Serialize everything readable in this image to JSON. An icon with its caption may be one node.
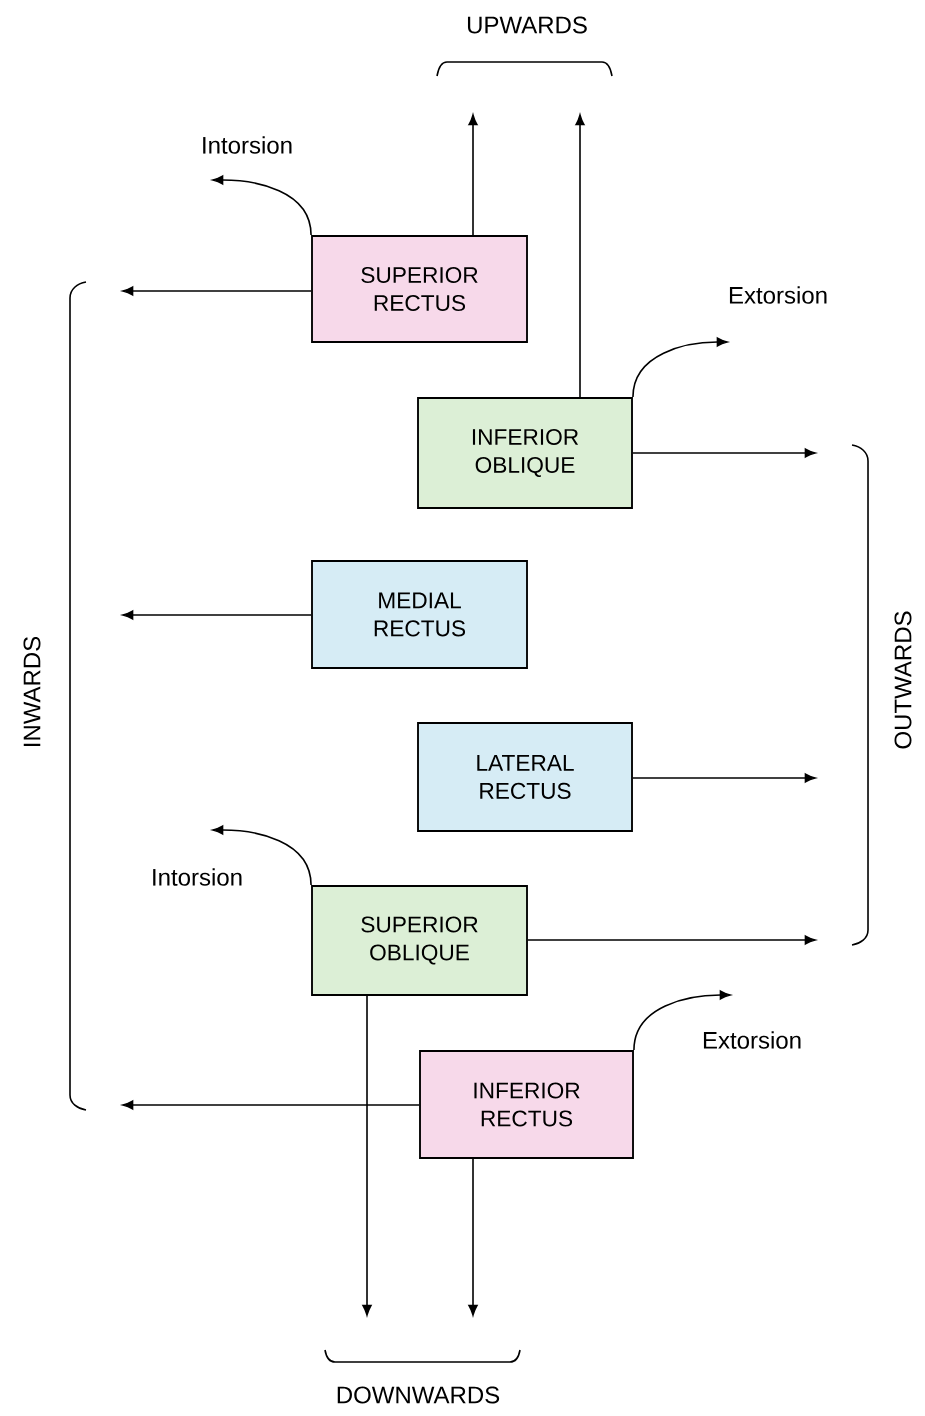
{
  "diagram": {
    "nodes": [
      {
        "text": [
          "SUPERIOR RECTUS"
        ]
      },
      {
        "text": [
          "INFERIOR OBLIQUE"
        ]
      },
      {
        "text": [
          "MEDIAL RECTUS"
        ]
      },
      {
        "text": [
          "LATERAL RECTUS"
        ]
      },
      {
        "text": [
          "SUPERIOR OBLIQUE"
        ]
      },
      {
        "text": [
          "INFERIOR RECTUS"
        ]
      }
    ],
    "edges": [
      {
        "from": 0,
        "to": null,
        "arrow": "to"
      },
      {
        "from": 0,
        "to": null,
        "arrow": "to"
      },
      {
        "from": 0,
        "to": null,
        "arrow": "to"
      },
      {
        "from": 1,
        "to": null,
        "arrow": "to"
      },
      {
        "from": 1,
        "to": null,
        "arrow": "to"
      },
      {
        "from": 1,
        "to": null,
        "arrow": "to"
      },
      {
        "from": 2,
        "to": null,
        "arrow": "to"
      },
      {
        "from": 3,
        "to": null,
        "arrow": "to"
      },
      {
        "from": 4,
        "to": null,
        "arrow": "to"
      },
      {
        "from": 4,
        "to": null,
        "arrow": "to"
      },
      {
        "from": 4,
        "to": null,
        "arrow": "to"
      },
      {
        "from": 5,
        "to": null,
        "arrow": "to"
      },
      {
        "from": 5,
        "to": null,
        "arrow": "to"
      },
      {
        "from": 5,
        "to": null,
        "arrow": "to"
      }
    ],
    "labels": [
      "UPWARDS",
      "Intorsion",
      "Extorsion",
      "INWARDS",
      "OUTWARDS",
      "Intorsion",
      "Extorsion",
      "DOWNWARDS"
    ]
  }
}
